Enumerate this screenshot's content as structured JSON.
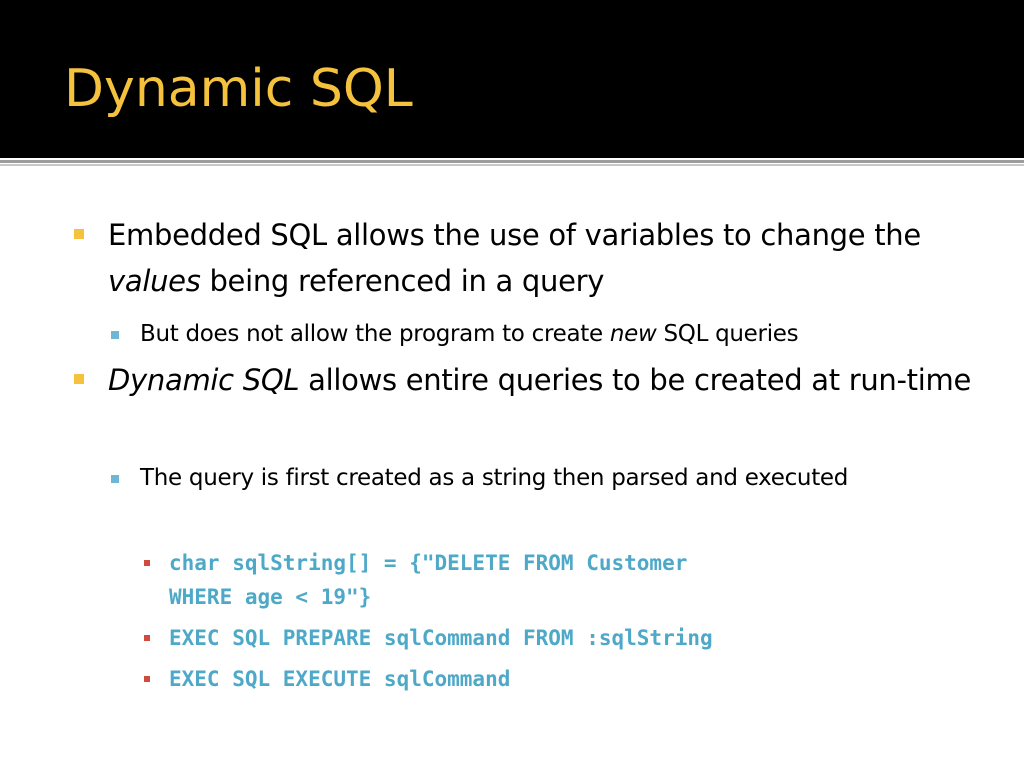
{
  "slide": {
    "title": "Dynamic SQL",
    "bullets": [
      {
        "pre": "Embedded SQL allows the use of variables to change the ",
        "em": "values",
        "post": " being referenced in a query"
      },
      {
        "pre": "But does not allow the program to create ",
        "em": "new",
        "post": " SQL queries"
      },
      {
        "pre": "",
        "em": "Dynamic SQL",
        "post": " allows entire queries to be created at run-time"
      },
      {
        "text": "The query is first created as a string then parsed and executed"
      }
    ],
    "code_lines": [
      "char sqlString[] = {\"DELETE FROM Customer\nWHERE age < 19\"}",
      "EXEC SQL PREPARE sqlCommand FROM :sqlString",
      "EXEC SQL EXECUTE sqlCommand"
    ]
  }
}
